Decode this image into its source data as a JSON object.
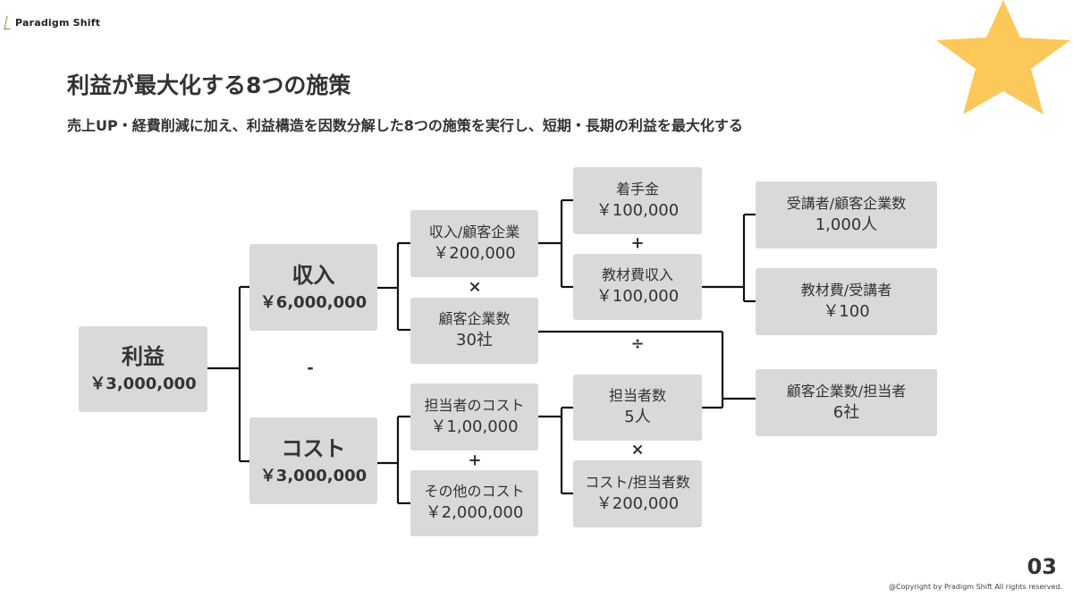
{
  "brand": {
    "name": "Paradigm Shift"
  },
  "title": "利益が最大化する8つの施策",
  "subtitle": "売上UP・経費削減に加え、利益構造を因数分解した8つの施策を実行し、短期・長期の利益を最大化する",
  "nodes": {
    "profit": {
      "label": "利益",
      "value": "￥3,000,000"
    },
    "revenue": {
      "label": "収入",
      "value": "￥6,000,000"
    },
    "cost": {
      "label": "コスト",
      "value": "￥3,000,000"
    },
    "revenue_per_client": {
      "label": "収入/顧客企業",
      "value": "￥200,000"
    },
    "client_count": {
      "label": "顧客企業数",
      "value": "30社"
    },
    "staff_cost": {
      "label": "担当者のコスト",
      "value": "￥1,00,000"
    },
    "other_cost": {
      "label": "その他のコスト",
      "value": "￥2,000,000"
    },
    "upfront_fee": {
      "label": "着手金",
      "value": "￥100,000"
    },
    "material_revenue": {
      "label": "教材費収入",
      "value": "￥100,000"
    },
    "staff_count": {
      "label": "担当者数",
      "value": "5人"
    },
    "cost_per_staff": {
      "label": "コスト/担当者数",
      "value": "￥200,000"
    },
    "trainees_per_client": {
      "label": "受講者/顧客企業数",
      "value": "1,000人"
    },
    "material_per_trainee": {
      "label": "教材費/受講者",
      "value": "￥100"
    },
    "clients_per_staff": {
      "label": "顧客企業数/担当者",
      "value": "6社"
    }
  },
  "operators": {
    "profit_minus": "-",
    "rev_times": "×",
    "fee_plus": "+",
    "divide": "÷",
    "cost_plus": "+",
    "staff_times": "×"
  },
  "colors": {
    "box_bg": "#d9d9d9",
    "star": "#fcc85a",
    "line": "#111111",
    "text": "#333333"
  },
  "page_number": "03",
  "copyright": "@Copyright by Pradigm Shift All rights reserved."
}
